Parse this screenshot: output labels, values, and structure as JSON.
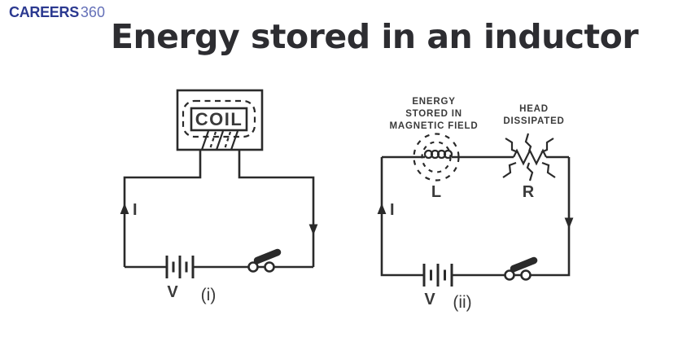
{
  "colors": {
    "background": "#ffffff",
    "line": "#2a2a2a",
    "label": "#3a3a3a",
    "title": "#2d2d31",
    "logo_primary": "#2b3990",
    "logo_secondary": "#6470b8"
  },
  "header": {
    "logo_part1": "CAREERS",
    "logo_part2": "360",
    "title": "Energy stored in an inductor"
  },
  "figure1": {
    "coil_text": "COIL",
    "current_label": "I",
    "battery_label": "V",
    "caption": "(i)"
  },
  "figure2": {
    "field_caption_lines": [
      "ENERGY",
      "STORED IN",
      "MAGNETIC FIELD"
    ],
    "heat_caption_lines": [
      "HEAD",
      "DISSIPATED"
    ],
    "inductor_label": "L",
    "resistor_label": "R",
    "current_label": "I",
    "battery_label": "V",
    "caption": "(ii)"
  }
}
